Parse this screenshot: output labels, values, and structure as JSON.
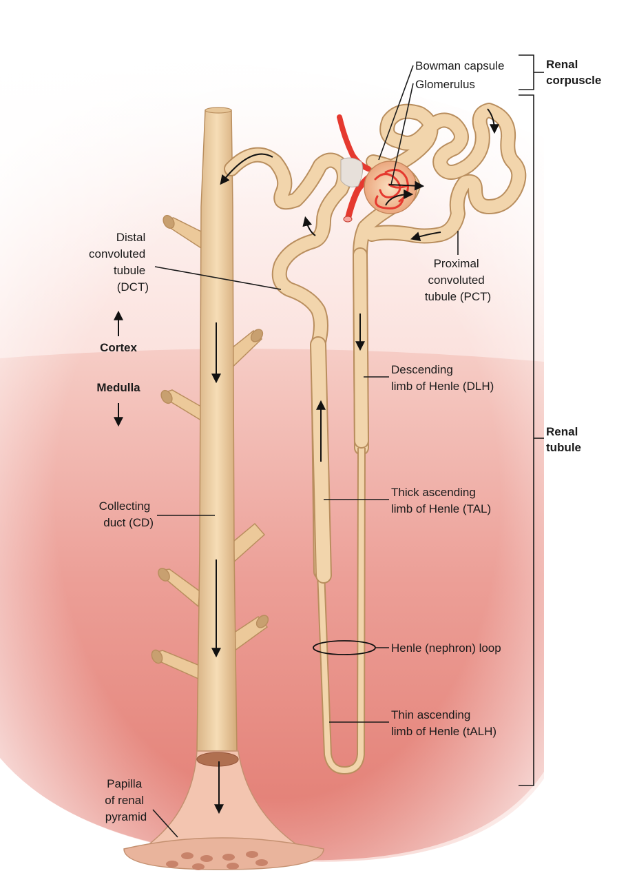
{
  "labels": {
    "bowman_capsule": "Bowman capsule",
    "glomerulus": "Glomerulus",
    "renal_corpuscle": [
      "Renal",
      "corpuscle"
    ],
    "renal_tubule": [
      "Renal",
      "tubule"
    ],
    "dct": [
      "Distal",
      "convoluted",
      "tubule",
      "(DCT)"
    ],
    "pct": [
      "Proximal",
      "convoluted",
      "tubule (PCT)"
    ],
    "cortex": "Cortex",
    "medulla": "Medulla",
    "dlh": [
      "Descending",
      "limb of Henle (DLH)"
    ],
    "tal": [
      "Thick ascending",
      "limb of Henle (TAL)"
    ],
    "collecting_duct": [
      "Collecting",
      "duct (CD)"
    ],
    "henle_loop": "Henle (nephron) loop",
    "talh": [
      "Thin ascending",
      "limb of Henle (tALH)"
    ],
    "papilla": [
      "Papilla",
      "of renal",
      "pyramid"
    ]
  },
  "colors": {
    "tubule": "#f0d2a6",
    "tubule_outline": "#b98e5e",
    "tissue_red": "#e48a80",
    "vessel_red": "#e5392f"
  }
}
